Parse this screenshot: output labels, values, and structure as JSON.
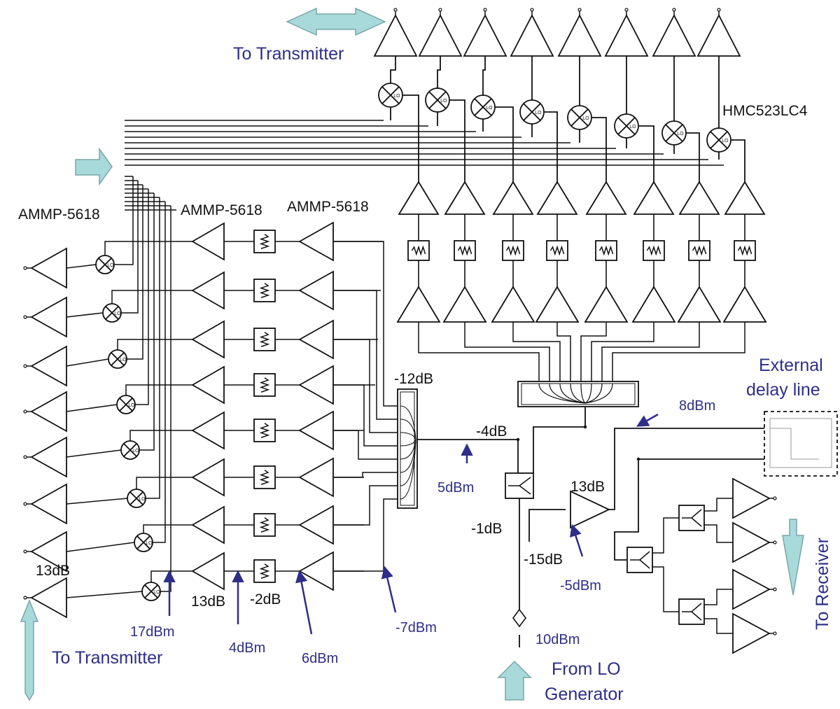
{
  "colors": {
    "wire": "#111111",
    "arrow_fill": "#a9dadb",
    "arrow_stroke": "#7aa6a8",
    "blue_text": "#2e2e8a",
    "pointer": "#2e2e8a"
  },
  "labels": {
    "to_transmitter_top": "To Transmitter",
    "to_transmitter_bottom": "To Transmitter",
    "to_receiver": "To Receiver",
    "from_lo_line1": "From LO",
    "from_lo_line2": "Generator",
    "external_line1": "External",
    "external_line2": "delay line",
    "hmc": "HMC523LC4",
    "ammp_left": "AMMP-5618",
    "ammp_mid": "AMMP-5618",
    "ammp_right": "AMMP-5618",
    "m12db": "-12dB",
    "m4db": "-4dB",
    "m1db": "-1dB",
    "m15db": "-15dB",
    "p13db_mid": "13dB",
    "p13db_left": "13dB",
    "p13db_amp": "13dB",
    "m2db": "-2dB",
    "p8dbm": "8dBm",
    "p5dbm": "5dBm",
    "m5dbm": "-5dBm",
    "m7dbm": "-7dBm",
    "p17dbm": "17dBm",
    "p4dbm": "4dBm",
    "p6dbm": "6dBm",
    "p10dbm": "10dBm"
  },
  "symbols": {
    "mixer_tag": "LO"
  },
  "icons": [
    "up-arrow-icon",
    "right-arrow-icon",
    "down-arrow-icon",
    "amplifier-icon",
    "mixer-icon",
    "attenuator-icon",
    "splitter-icon",
    "combiner-icon",
    "delay-line-icon"
  ]
}
